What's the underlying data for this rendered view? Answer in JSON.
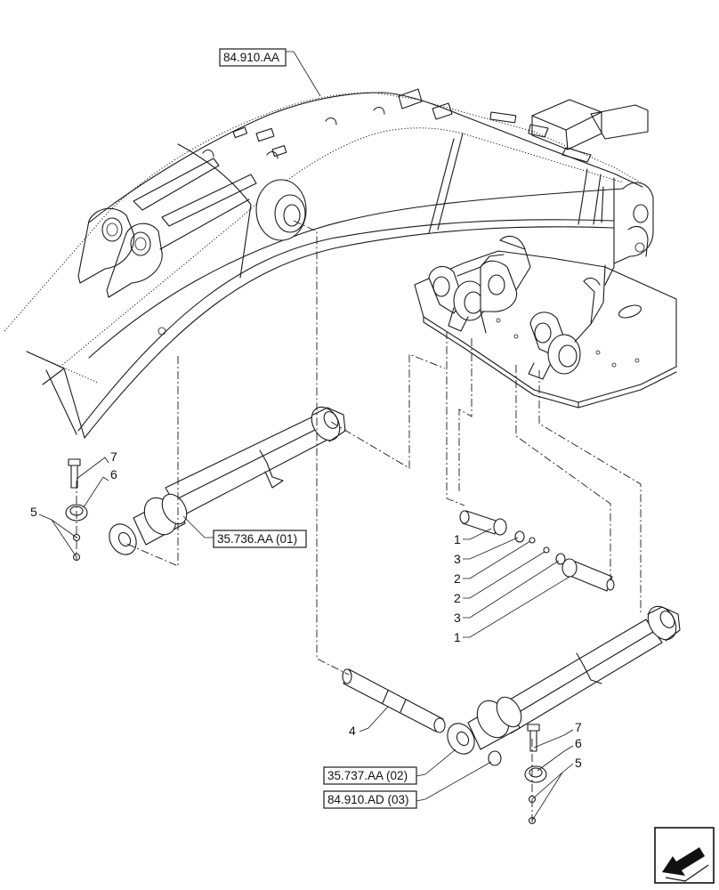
{
  "references": {
    "boom": "84.910.AA",
    "cyl_left": "35.736.AA (01)",
    "cyl_right": "35.737.AA (02)",
    "bushing": "84.910.AD (03)"
  },
  "callouts": {
    "c7a": "7",
    "c6a": "6",
    "c5a": "5",
    "c1a": "1",
    "c3a": "3",
    "c2a": "2",
    "c2b": "2",
    "c3b": "3",
    "c1b": "1",
    "c4": "4",
    "c7b": "7",
    "c6b": "6",
    "c5b": "5"
  },
  "icons": {
    "nav": "arrow-left-icon"
  }
}
